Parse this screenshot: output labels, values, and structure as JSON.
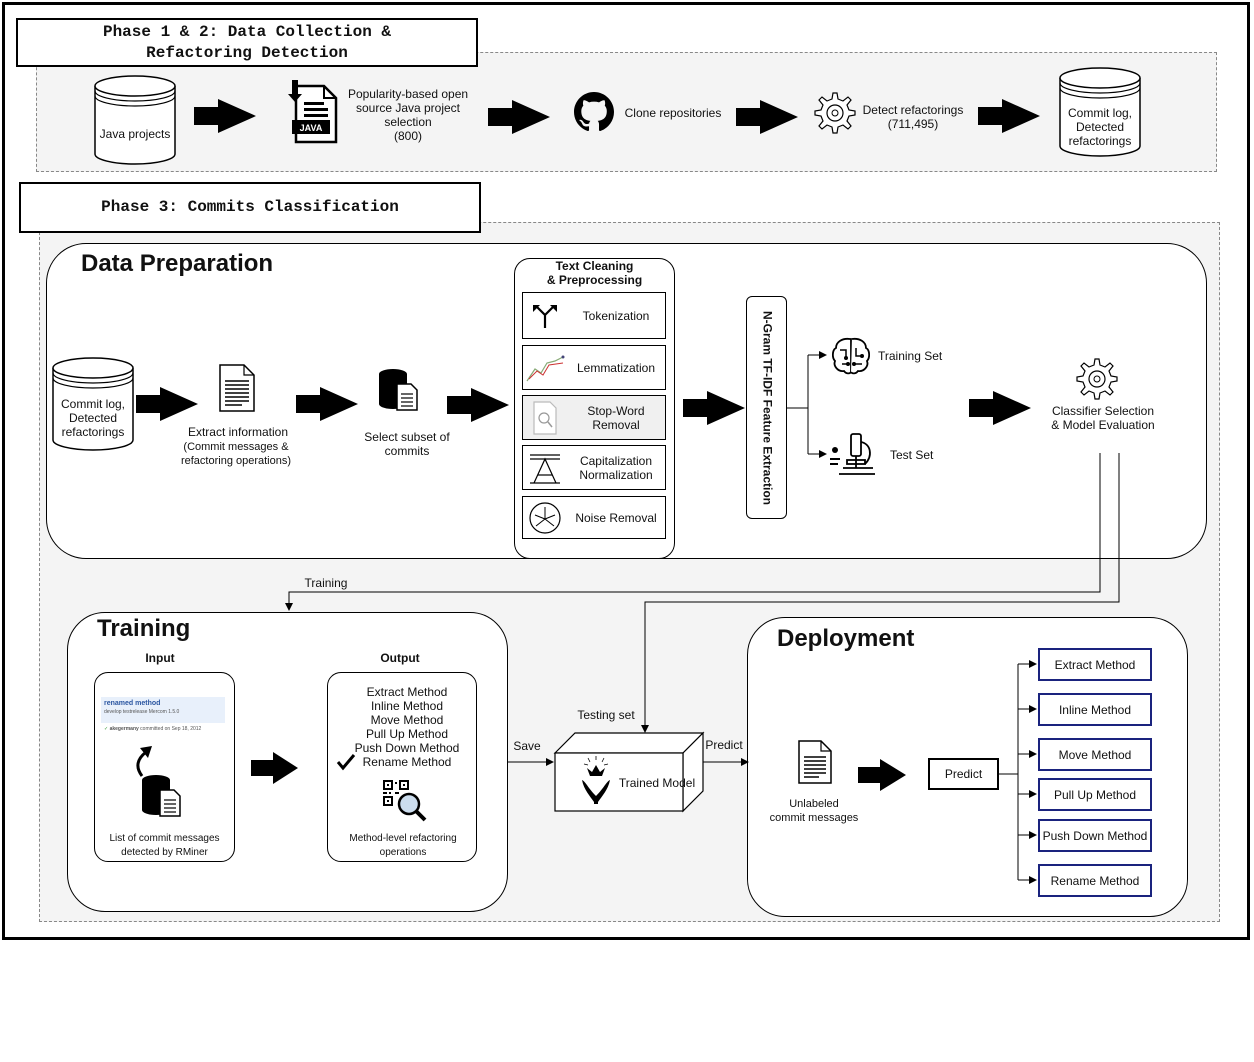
{
  "phase12": {
    "title": "Phase 1 & 2:  Data Collection &\nRefactoring Detection",
    "java_projects": "Java projects",
    "java_icon_text": "JAVA",
    "popularity": "Popularity-based open\nsource Java project\nselection\n(800)",
    "clone": "Clone repositories",
    "detect": "Detect refactorings\n(711,495)",
    "commit_log": "Commit log,\nDetected\nrefactorings"
  },
  "phase3": {
    "title": "Phase 3:  Commits Classification"
  },
  "data_prep": {
    "title": "Data Preparation",
    "commit_log": "Commit log,\nDetected\nrefactorings",
    "extract": "Extract information",
    "extract_sub": "(Commit messages &\nrefactoring operations)",
    "subset": "Select subset of\ncommits",
    "text_cleaning_title": "Text Cleaning\n& Preprocessing",
    "steps": [
      "Tokenization",
      "Lemmatization",
      "Stop-Word\nRemoval",
      "Capitalization\nNormalization",
      "Noise Removal"
    ],
    "ngram": "N-Gram TF-IDF Feature Extraction",
    "training_set": "Training Set",
    "test_set": "Test Set",
    "classifier": "Classifier Selection\n& Model Evaluation"
  },
  "training": {
    "title": "Training",
    "flow_label": "Training",
    "input_label": "Input",
    "output_label": "Output",
    "commit_title": "renamed method",
    "commit_tag1": "develop",
    "commit_tag2": "testrelease",
    "commit_tag3": "Mercom 1.5.0",
    "commit_author": "akegermany",
    "commit_meta": "committed on Sep 18, 2012",
    "input_caption": "List of commit messages\ndetected by RMiner",
    "output_list": [
      "Extract Method",
      "Inline Method",
      "Move Method",
      "Pull Up Method",
      "Push Down Method",
      "Rename Method"
    ],
    "output_caption": "Method-level refactoring\noperations"
  },
  "model": {
    "testing_set": "Testing set",
    "save": "Save",
    "predict_edge": "Predict",
    "trained_model": "Trained Model"
  },
  "deployment": {
    "title": "Deployment",
    "unlabeled": "Unlabeled\ncommit messages",
    "predict": "Predict",
    "outputs": [
      "Extract Method",
      "Inline Method",
      "Move Method",
      "Pull Up Method",
      "Push Down Method",
      "Rename Method"
    ]
  }
}
